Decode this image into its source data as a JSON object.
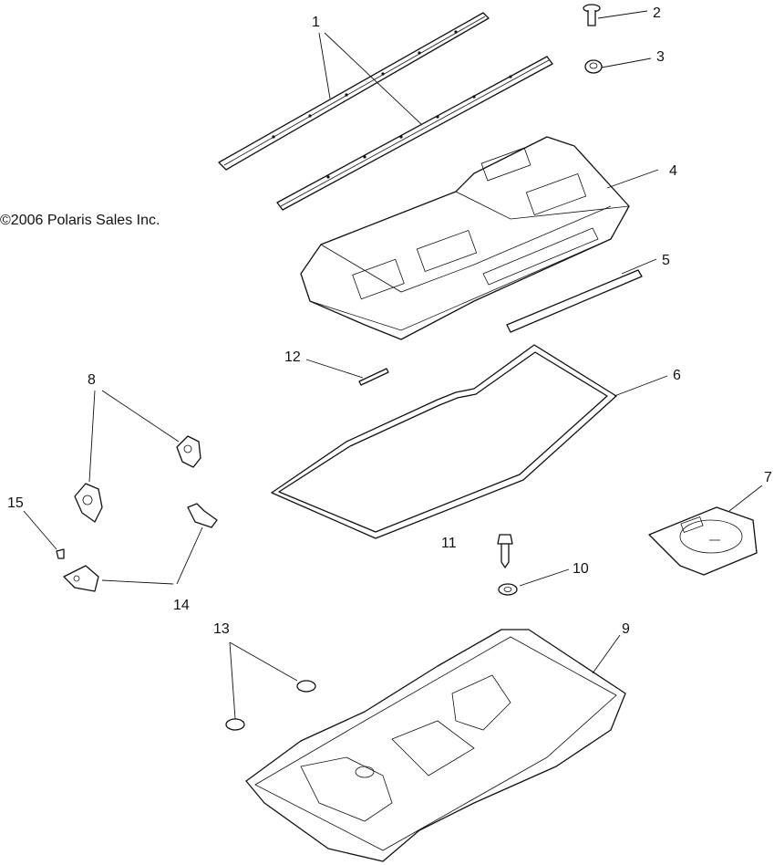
{
  "copyright": "©2006 Polaris Sales Inc.",
  "callouts": [
    {
      "id": "1",
      "label": "1"
    },
    {
      "id": "2",
      "label": "2"
    },
    {
      "id": "3",
      "label": "3"
    },
    {
      "id": "4",
      "label": "4"
    },
    {
      "id": "5",
      "label": "5"
    },
    {
      "id": "6",
      "label": "6"
    },
    {
      "id": "7",
      "label": "7"
    },
    {
      "id": "8",
      "label": "8"
    },
    {
      "id": "9",
      "label": "9"
    },
    {
      "id": "10",
      "label": "10"
    },
    {
      "id": "11",
      "label": "11"
    },
    {
      "id": "12",
      "label": "12"
    },
    {
      "id": "13",
      "label": "13"
    },
    {
      "id": "14",
      "label": "14"
    },
    {
      "id": "15",
      "label": "15"
    }
  ]
}
